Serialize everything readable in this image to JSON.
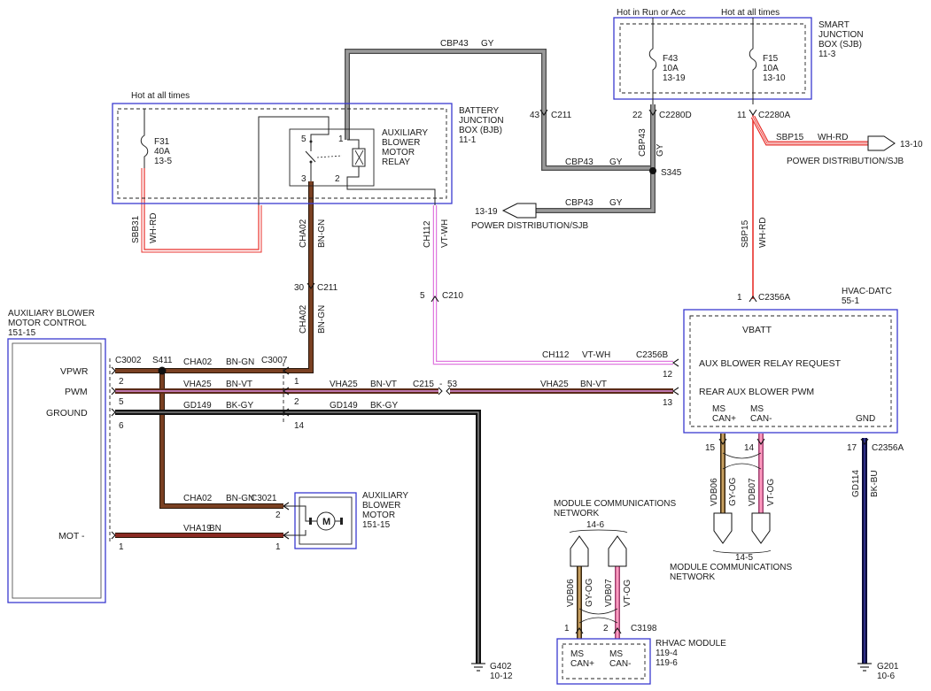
{
  "boxes": {
    "bjb": {
      "label": [
        "BATTERY",
        "JUNCTION",
        "BOX (BJB)",
        "11-1"
      ],
      "hot": "Hot at all times",
      "fuse": [
        "F31",
        "40A",
        "13-5"
      ],
      "relay": [
        "AUXILIARY",
        "BLOWER",
        "MOTOR",
        "RELAY"
      ],
      "pins": [
        "5",
        "1",
        "3",
        "2"
      ]
    },
    "sjb": {
      "label": [
        "SMART",
        "JUNCTION",
        "BOX (SJB)",
        "11-3"
      ],
      "hot1": "Hot in Run or Acc",
      "hot2": "Hot at all times",
      "fuse1": [
        "F43",
        "10A",
        "13-19"
      ],
      "fuse2": [
        "F15",
        "10A",
        "13-10"
      ]
    },
    "abmc": {
      "label": [
        "AUXILIARY BLOWER",
        "MOTOR CONTROL",
        "151-15"
      ],
      "pins": [
        "VPWR",
        "PWM",
        "GROUND",
        "MOT -"
      ]
    },
    "hvac": {
      "label": [
        "HVAC-DATC",
        "55-1"
      ],
      "vbatt": "VBATT",
      "req": "AUX BLOWER RELAY REQUEST",
      "pwm": "REAR AUX BLOWER PWM",
      "ms_pos": [
        "MS",
        "CAN+"
      ],
      "ms_neg": [
        "MS",
        "CAN-"
      ],
      "gnd": "GND"
    },
    "motor": {
      "label": [
        "AUXILIARY",
        "BLOWER",
        "MOTOR",
        "151-15"
      ],
      "symbol": "M"
    },
    "rhvac": {
      "label": [
        "RHVAC MODULE",
        "119-4",
        "119-6"
      ],
      "ms_pos": [
        "MS",
        "CAN+"
      ],
      "ms_neg": [
        "MS",
        "CAN-"
      ]
    }
  },
  "circuits": {
    "cbp43_top": [
      "CBP43",
      "GY"
    ],
    "cbp43_s345": [
      "CBP43",
      "GY"
    ],
    "cbp43_pd": [
      "CBP43",
      "GY"
    ],
    "cbp43_vert": [
      "CBP43",
      "GY"
    ],
    "sbb31": [
      "SBB31",
      "WH-RD"
    ],
    "cha02_a": [
      "CHA02",
      "BN-GN"
    ],
    "cha02_b": [
      "CHA02",
      "BN-GN"
    ],
    "ch112_v": [
      "CH112",
      "VT-WH"
    ],
    "sbp15_h": [
      "SBP15",
      "WH-RD"
    ],
    "sbp15_v": [
      "SBP15",
      "WH-RD"
    ],
    "cha02_h": [
      "CHA02",
      "BN-GN"
    ],
    "vha25_1": [
      "VHA25",
      "BN-VT"
    ],
    "gd149_1": [
      "GD149",
      "BK-GY"
    ],
    "vha25_2": [
      "VHA25",
      "BN-VT"
    ],
    "gd149_2": [
      "GD149",
      "BK-GY"
    ],
    "ch112_h": [
      "CH112",
      "VT-WH"
    ],
    "vha25_3": [
      "VHA25",
      "BN-VT"
    ],
    "cha02_m": [
      "CHA02",
      "BN-GN"
    ],
    "vha19": [
      "VHA19",
      "BN"
    ],
    "vdb06_a": [
      "VDB06",
      "GY-OG"
    ],
    "vdb07_a": [
      "VDB07",
      "VT-OG"
    ],
    "gd114": [
      "GD114",
      "BK-BU"
    ],
    "vdb06_b": [
      "VDB06",
      "GY-OG"
    ],
    "vdb07_b": [
      "VDB07",
      "VT-OG"
    ]
  },
  "connectors": {
    "c211_top": "C211",
    "c211_top_pin": "43",
    "c2280d": "C2280D",
    "c2280d_pin": "22",
    "c2280a": "C2280A",
    "c2280a_pin": "11",
    "s345": "S345",
    "c211_mid": "C211",
    "c211_mid_pin": "30",
    "c210": "C210",
    "c210_pin": "5",
    "c2356a_top": "C2356A",
    "c2356a_top_pin": "1",
    "c3002": "C3002",
    "s411": "S411",
    "c3007": "C3007",
    "c2356b": "C2356B",
    "c2356b_pin": "12",
    "c2356_pwm_pin": "13",
    "c215": "C215",
    "c215_pin": "53",
    "c3021": "C3021",
    "c2356a_bot": "C2356A",
    "c2356a_bot_pin": "17",
    "c3198": "C3198",
    "abmc_pins": [
      "2",
      "5",
      "6",
      "1"
    ],
    "c3007_pins": [
      "1",
      "2",
      "14"
    ],
    "motor_pins": [
      "2",
      "1"
    ],
    "hvac_can_pins": [
      "15",
      "14"
    ],
    "rhvac_pins": [
      "1",
      "2"
    ]
  },
  "refs": {
    "pd_sjb": "POWER DISTRIBUTION/SJB",
    "pd_sjb_page": "13-10",
    "pd_sjb2": "POWER DISTRIBUTION/SJB",
    "pd_sjb2_page": "13-19",
    "mcn_top": [
      "MODULE COMMUNICATIONS",
      "NETWORK",
      "14-6"
    ],
    "mcn_right": [
      "14-5",
      "MODULE COMMUNICATIONS",
      "NETWORK"
    ],
    "g402": [
      "G402",
      "10-12"
    ],
    "g201": [
      "G201",
      "10-6"
    ]
  },
  "colors": {
    "gray": "#8c8c8c",
    "red": "#e8312c",
    "brown": "#6b3a1f",
    "violet": "#e07ae0",
    "black": "#111111",
    "navy": "#15155a",
    "tan": "#c8a060",
    "pink": "#ff8fb0",
    "box": "#3a3ad0"
  }
}
